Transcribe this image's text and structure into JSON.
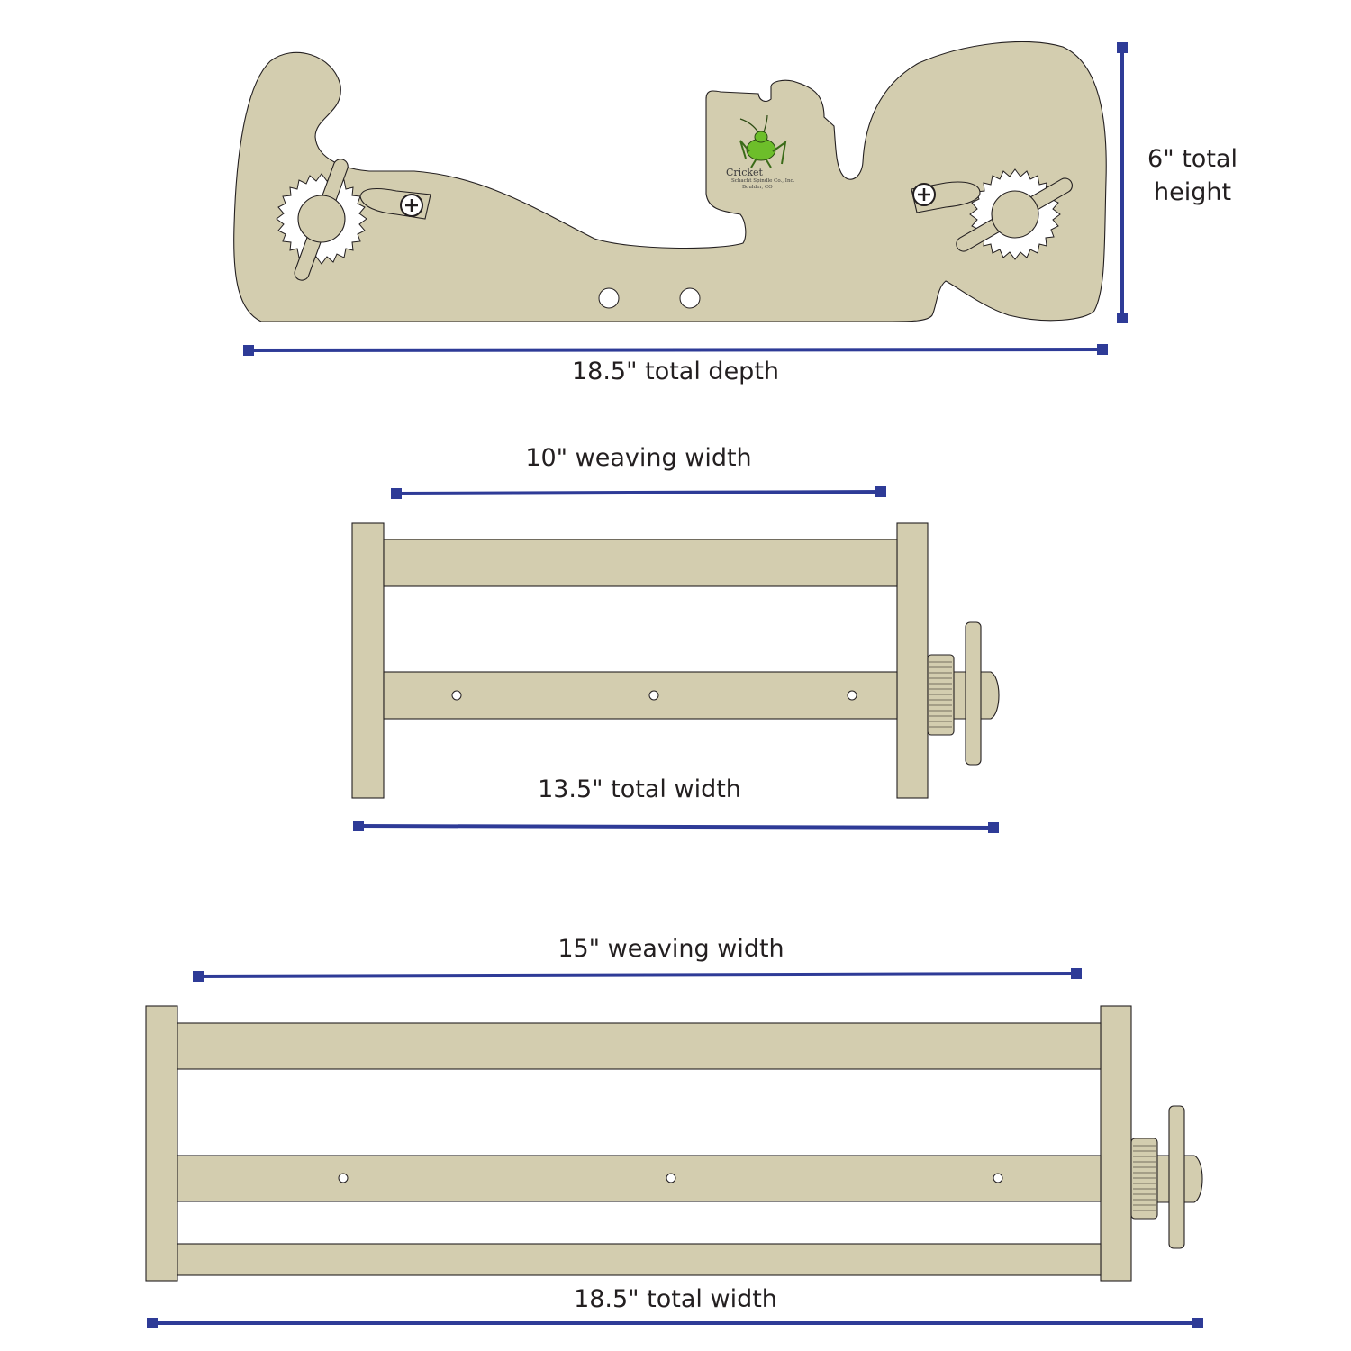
{
  "side_view": {
    "depth_label": "18.5\" total depth",
    "height_label_line1": "6\" total",
    "height_label_line2": "height",
    "logo": {
      "name": "Cricket",
      "maker": "Schacht Spindle Co., Inc.",
      "place": "Boulder, CO",
      "icon": "grasshopper-icon",
      "color": "#6dbe2a"
    }
  },
  "loom_10": {
    "weaving_width_label": "10\" weaving width",
    "total_width_label": "13.5\" total width"
  },
  "loom_15": {
    "weaving_width_label": "15\" weaving width",
    "total_width_label": "18.5\" total width"
  },
  "colors": {
    "wood": "#d3cdaf",
    "dimension_line": "#2e3b97",
    "outline": "#231f20"
  }
}
